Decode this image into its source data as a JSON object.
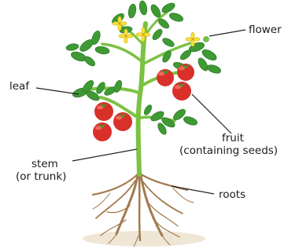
{
  "labels": {
    "flower": "flower",
    "leaf": "leaf",
    "fruit_line1": "fruit",
    "fruit_line2": "(containing seeds)",
    "stem_line1": "stem",
    "stem_line2": "(or trunk)",
    "roots": "roots"
  },
  "colors": {
    "stem": "#7cc242",
    "leaf": "#3f9a34",
    "leaf_dark": "#2f7d2a",
    "fruit": "#d9302a",
    "fruit_highlight": "#f06a5c",
    "flower": "#f7e23a",
    "roots": "#a27a4e",
    "soil": "#e9ddc7",
    "label_line": "#222222"
  }
}
